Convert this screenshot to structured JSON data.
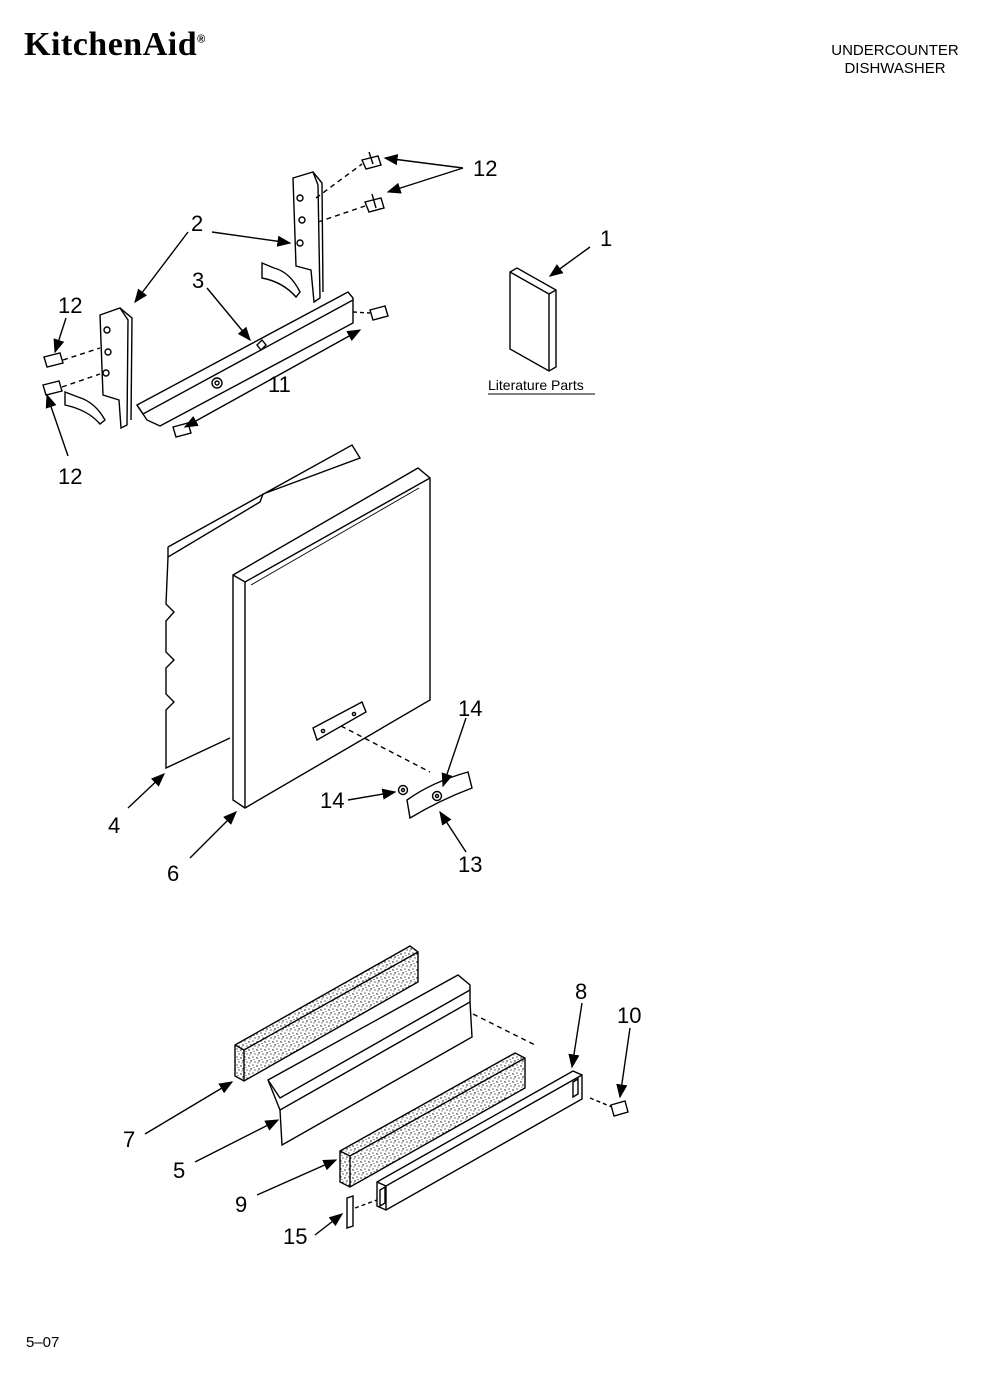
{
  "header": {
    "brand": "KitchenAid",
    "brand_mark": "®",
    "title_line1": "UNDERCOUNTER",
    "title_line2": "DISHWASHER"
  },
  "diagram": {
    "literature_label": "Literature Parts",
    "callouts": {
      "c1": "1",
      "c2": "2",
      "c3": "3",
      "c4": "4",
      "c5": "5",
      "c6": "6",
      "c7": "7",
      "c8": "8",
      "c9": "9",
      "c10": "10",
      "c11": "11",
      "c12a": "12",
      "c12b": "12",
      "c12c": "12",
      "c13": "13",
      "c14a": "14",
      "c14b": "14",
      "c15": "15"
    }
  },
  "footer": {
    "code": "5–07"
  }
}
